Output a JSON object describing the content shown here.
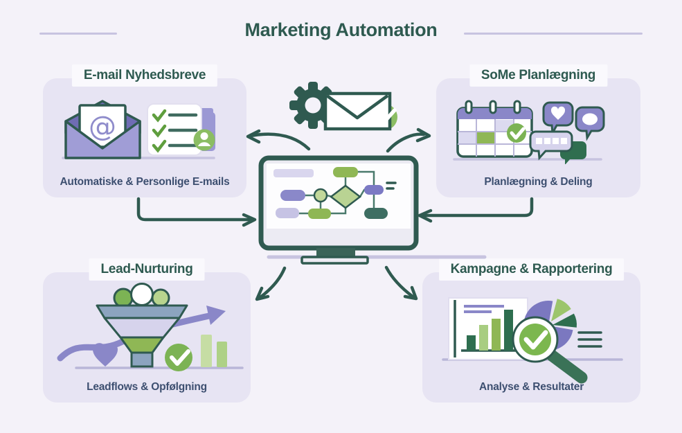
{
  "title": "Marketing Automation",
  "colors": {
    "background": "#f4f2f9",
    "panel": "#e7e4f3",
    "label_bg": "#faf9fd",
    "heading_teal": "#2e5a50",
    "caption_navy": "#3d4f70",
    "purple": "#8a87c8",
    "dark_purple": "#6f6cb4",
    "lavender": "#d6d3ec",
    "lavender_line": "#c7c3e0",
    "green": "#7cb354",
    "light_green": "#b8d48e",
    "dark_green": "#2e6e4f",
    "steel_blue": "#8ca4bf"
  },
  "sections": {
    "email": {
      "title": "E-mail Nyhedsbreve",
      "caption": "Automatiske & Personlige E-mails",
      "at_symbol": "@",
      "icons": [
        "envelope-at-icon",
        "checklist-icon",
        "folder-icon",
        "contact-badge-icon"
      ]
    },
    "some": {
      "title": "SoMe Planlægning",
      "caption": "Planlægning & Deling",
      "icons": [
        "calendar-check-icon",
        "heart-bubble-icon",
        "comment-bubble-icon",
        "dots-bubble-icon",
        "green-bubble-icon"
      ]
    },
    "lead": {
      "title": "Lead-Nurturing",
      "caption": "Leadflows & Opfølgning",
      "icons": [
        "funnel-people-icon",
        "growth-arrow-icon",
        "heart-icon",
        "check-circle-icon",
        "bars-icon"
      ]
    },
    "campaign": {
      "title": "Kampagne & Rapportering",
      "caption": "Analyse & Resultater",
      "icons": [
        "bar-chart-icon",
        "pie-chart-icon",
        "magnifier-check-icon",
        "list-lines-icon"
      ]
    }
  },
  "center": {
    "icons": [
      "gear-icon",
      "envelope-icon",
      "check-circle-icon"
    ],
    "monitor": "workflow-monitor-icon"
  }
}
